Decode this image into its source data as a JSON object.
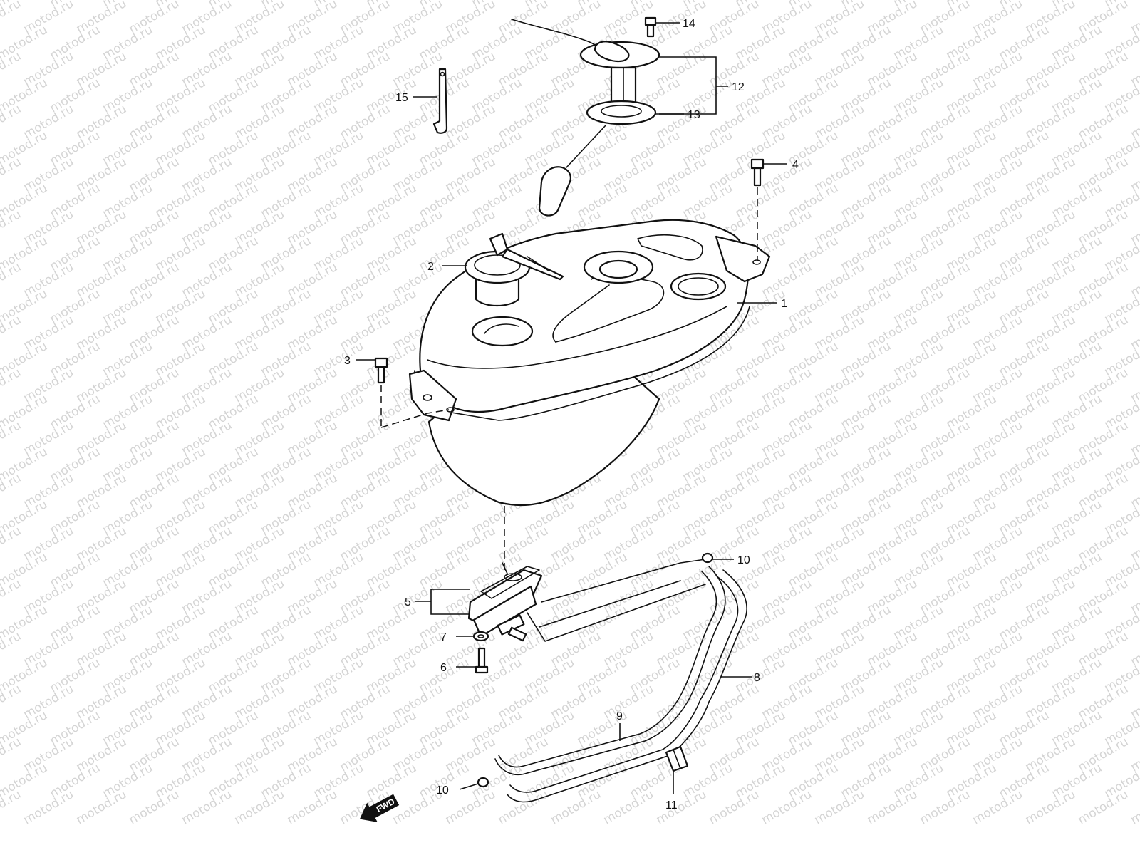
{
  "watermark": {
    "text": "motod.ru"
  },
  "direction_arrow": {
    "label": "FWD"
  },
  "callouts": {
    "n1": "1",
    "n2": "2",
    "n3": "3",
    "n4": "4",
    "n5": "5",
    "n6": "6",
    "n7": "7",
    "n8": "8",
    "n9": "9",
    "n10a": "10",
    "n10b": "10",
    "n11": "11",
    "n12": "12",
    "n13": "13",
    "n14": "14",
    "n15": "15"
  }
}
